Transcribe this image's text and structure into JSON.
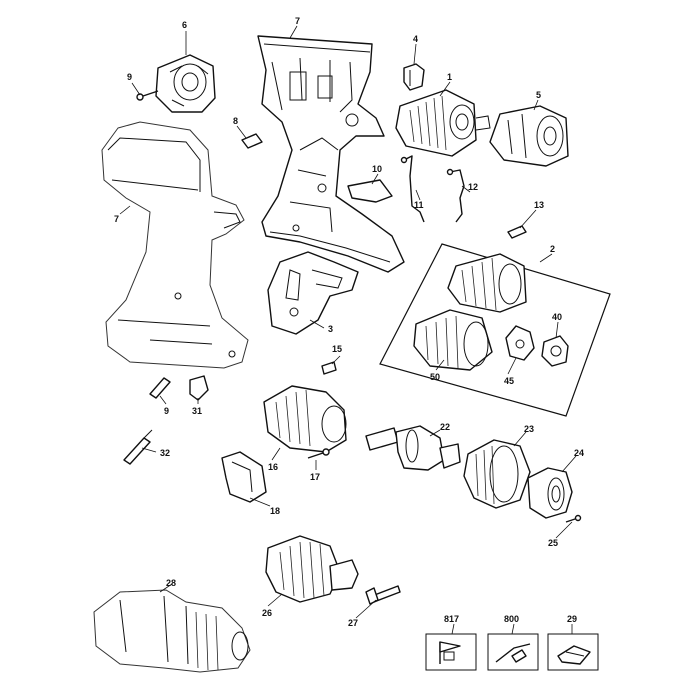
{
  "callouts": {
    "c1": "1",
    "c2": "2",
    "c3": "3",
    "c4": "4",
    "c5": "5",
    "c6": "6",
    "c7a": "7",
    "c7b": "7",
    "c8": "8",
    "c9a": "9",
    "c9b": "9",
    "c10": "10",
    "c11": "11",
    "c12": "12",
    "c13": "13",
    "c15": "15",
    "c16": "16",
    "c17": "17",
    "c18": "18",
    "c22": "22",
    "c23": "23",
    "c24": "24",
    "c25": "25",
    "c26": "26",
    "c27": "27",
    "c28": "28",
    "c29": "29",
    "c31": "31",
    "c32": "32",
    "c40": "40",
    "c45": "45",
    "c50": "50",
    "c817": "817",
    "c800": "800"
  },
  "icons": {
    "label-kit": "flag-label-icon",
    "service-kit": "wire-tool-icon",
    "accessory": "clip-holder-icon"
  }
}
